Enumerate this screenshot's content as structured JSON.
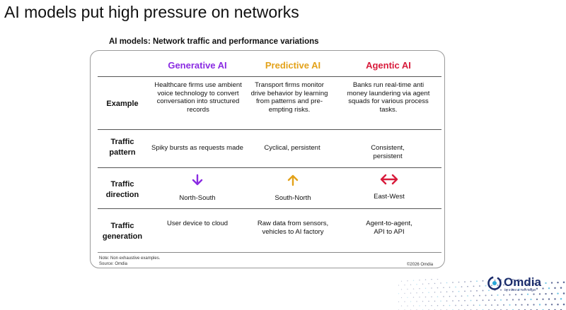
{
  "slide": {
    "title": "AI models put high pressure on networks",
    "subtitle": "AI models: Network traffic and performance variations"
  },
  "columns": [
    {
      "label": "Generative AI",
      "color": "#8a2be2"
    },
    {
      "label": "Predictive AI",
      "color": "#e3a21a"
    },
    {
      "label": "Agentic AI",
      "color": "#d81b3b"
    }
  ],
  "rows": {
    "example": {
      "label": "Example",
      "cells": [
        "Healthcare firms use ambient voice technology to convert conversation into structured records",
        "Transport firms monitor drive behavior by learning from patterns and pre-empting risks.",
        "Banks run real-time anti money laundering via agent squads for various process tasks."
      ]
    },
    "pattern": {
      "label": "Traffic pattern",
      "cells": [
        "Spiky bursts as requests made",
        "Cyclical, persistent",
        "Consistent, persistent"
      ]
    },
    "direction": {
      "label": "Traffic direction",
      "cells": [
        "North-South",
        "South-North",
        "East-West"
      ],
      "icons": [
        "arrow-down-icon",
        "arrow-up-icon",
        "arrow-left-right-icon"
      ]
    },
    "generation": {
      "label": "Traffic generation",
      "cells": [
        "User device to cloud",
        "Raw data from sensors, vehicles to AI factory",
        "Agent-to-agent, API to API"
      ]
    }
  },
  "footer": {
    "note": "Note: Non exhaustive examples.",
    "source": "Source: Omdia",
    "copyright": "©2026 Omdia"
  },
  "brand": {
    "name": "Omdia",
    "tagline": "by Informa TechTarget",
    "color": "#1b2c6b"
  }
}
